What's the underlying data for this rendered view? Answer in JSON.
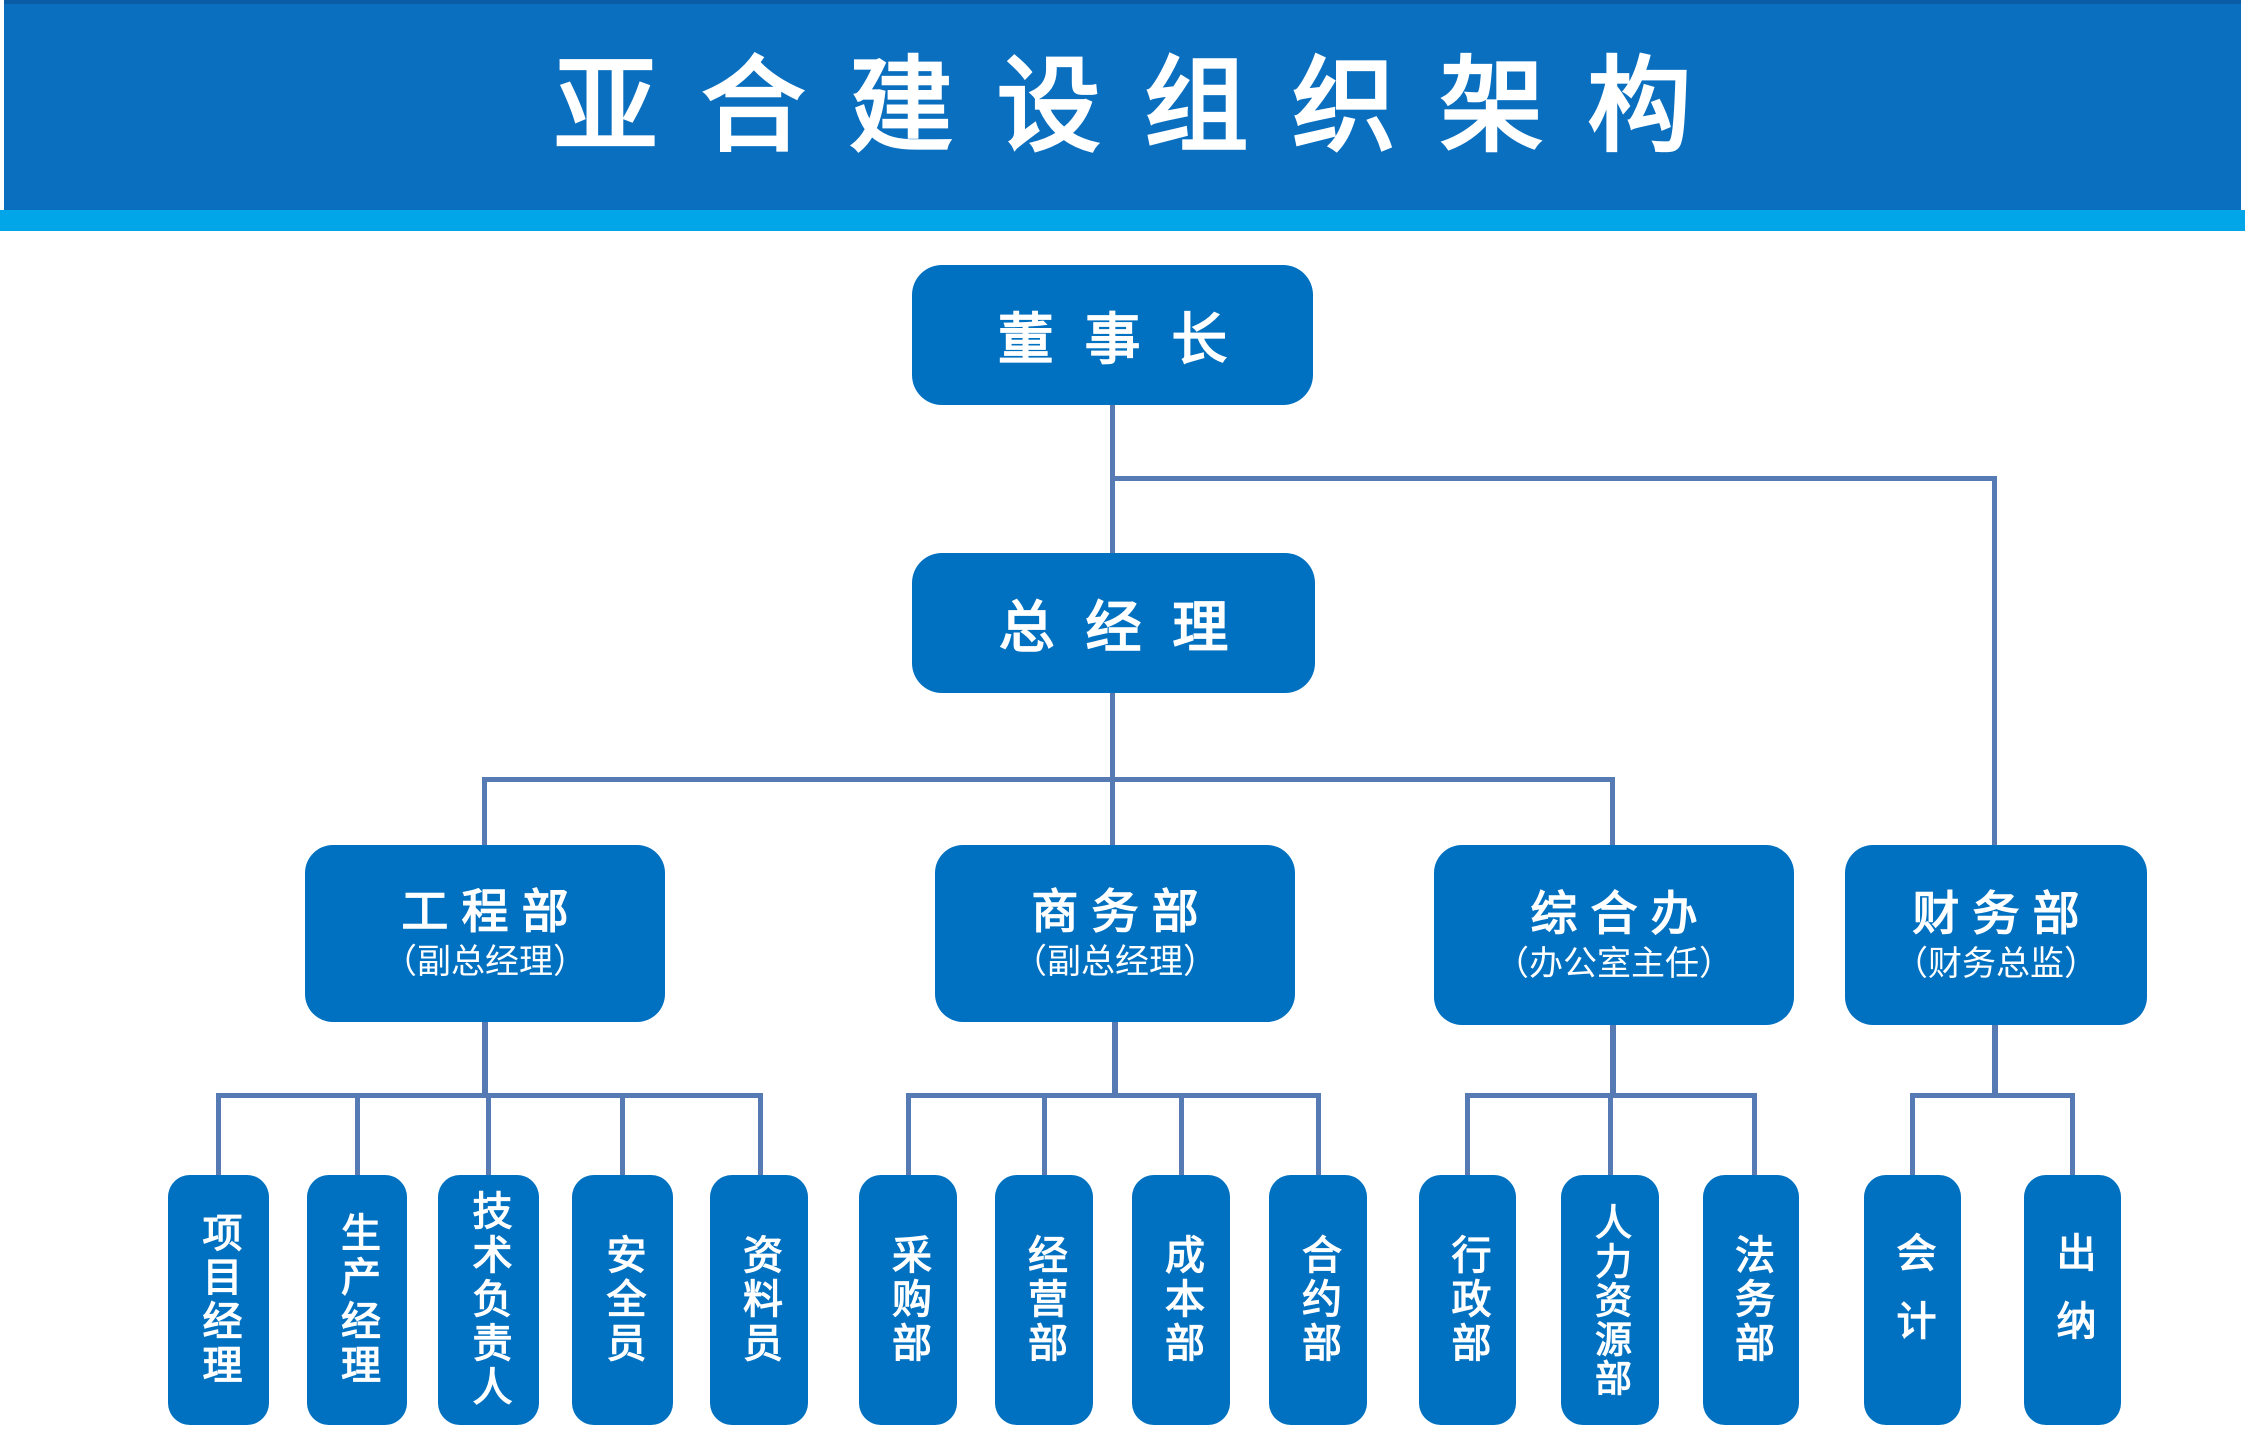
{
  "header": {
    "title": "亚合建设组织架构"
  },
  "org": {
    "chairman": {
      "label": "董事长"
    },
    "general_manager": {
      "label": "总经理"
    },
    "departments": [
      {
        "title": "工程部",
        "subtitle": "（副总经理）",
        "children": [
          {
            "label": "项目经理"
          },
          {
            "label": "生产经理"
          },
          {
            "label": "技术负责人"
          },
          {
            "label": "安全员"
          },
          {
            "label": "资料员"
          }
        ]
      },
      {
        "title": "商务部",
        "subtitle": "（副总经理）",
        "children": [
          {
            "label": "采购部"
          },
          {
            "label": "经营部"
          },
          {
            "label": "成本部"
          },
          {
            "label": "合约部"
          }
        ]
      },
      {
        "title": "综合办",
        "subtitle": "（办公室主任）",
        "children": [
          {
            "label": "行政部"
          },
          {
            "label": "人力资源部"
          },
          {
            "label": "法务部"
          }
        ]
      },
      {
        "title": "财务部",
        "subtitle": "（财务总监）",
        "children": [
          {
            "label": "会计"
          },
          {
            "label": "出纳"
          }
        ]
      }
    ]
  },
  "colors": {
    "node_blue": "#0070c0",
    "banner_blue": "#0b6fc0",
    "banner_edge_blue": "#0a5ca4",
    "stripe_cyan": "#00a6e8",
    "connector_blue": "#567ab3",
    "text_white": "#ffffff"
  }
}
